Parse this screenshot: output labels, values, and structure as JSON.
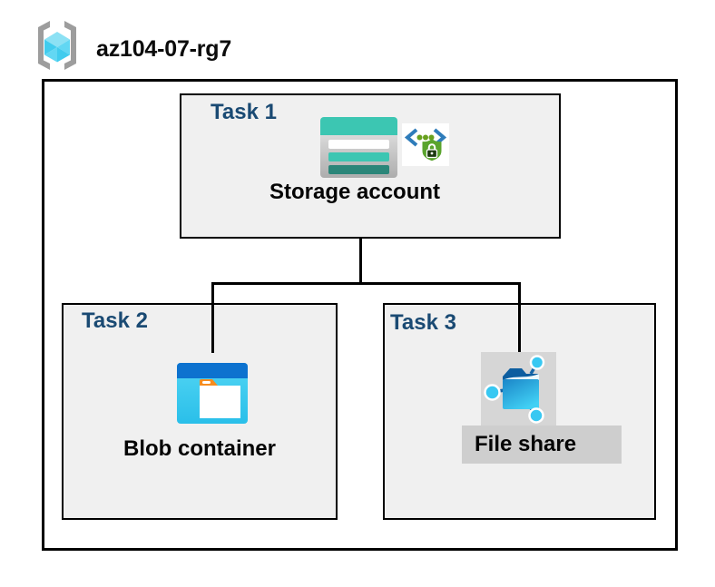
{
  "header": {
    "title": "az104-07-rg7"
  },
  "diagram": {
    "tasks": [
      {
        "label": "Task 1",
        "resource": "Storage account"
      },
      {
        "label": "Task 2",
        "resource": "Blob container"
      },
      {
        "label": "Task 3",
        "resource": "File share"
      }
    ],
    "connections": [
      {
        "from": "Storage account",
        "to": "Blob container"
      },
      {
        "from": "Storage account",
        "to": "File share"
      }
    ]
  },
  "icons": {
    "resource_group": "resource-group-icon",
    "storage_account": "storage-account-icon",
    "secured_api": "secured-api-lock-icon",
    "blob_container": "blob-container-icon",
    "file_share": "file-share-icon"
  },
  "colors": {
    "task_label_navy": "#1a4a73",
    "task_box_bg": "#f0f0f0",
    "border_black": "#000000",
    "storage_teal": "#3cc6b2",
    "storage_dark_teal": "#2b8679",
    "blob_top_blue": "#0d72cf",
    "blob_body_cyan": "#3ecbee",
    "folder_tab_orange": "#f68c1e",
    "file_share_folder_blue": "#1b86c8",
    "network_node_cyan": "#38c8f2",
    "shield_green": "#5aa42d",
    "bracket_gray": "#9d9d9d",
    "cube_cyan_light": "#8ce1f4",
    "icon_bg_gray": "#d6d6d6",
    "label_bg_gray": "#cecece"
  }
}
